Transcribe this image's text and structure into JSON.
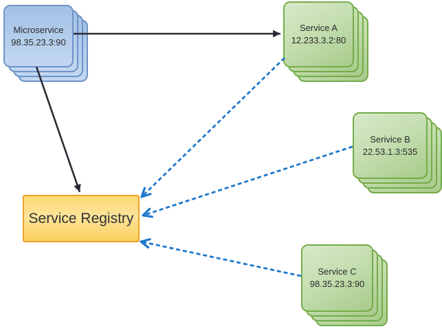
{
  "diagram": {
    "nodes": {
      "microservice": {
        "label": "Microservice",
        "address": "98.35.23.3:90"
      },
      "service_a": {
        "label": "Service A",
        "address": "12.233.3.2:80"
      },
      "service_b": {
        "label": "Serivice B",
        "address": "22.53.1.3:535"
      },
      "service_c": {
        "label": "Service C",
        "address": "98.35.23.3:90"
      },
      "service_registry": {
        "label": "Service Registry"
      }
    },
    "edges": [
      {
        "from": "microservice",
        "to": "service_a",
        "style": "solid",
        "color": "#2a2a35"
      },
      {
        "from": "microservice",
        "to": "service_registry",
        "style": "solid",
        "color": "#2a2a35"
      },
      {
        "from": "service_a",
        "to": "service_registry",
        "style": "dashed",
        "color": "#1e78cc"
      },
      {
        "from": "service_b",
        "to": "service_registry",
        "style": "dashed",
        "color": "#1e78cc"
      },
      {
        "from": "service_c",
        "to": "service_registry",
        "style": "dashed",
        "color": "#1e78cc"
      }
    ],
    "colors": {
      "node_blue_fill": "#b4cdec",
      "node_blue_border": "#6e93c8",
      "node_green_fill": "#c3ddae",
      "node_green_border": "#74ac48",
      "registry_fill": "#fcd977",
      "registry_border": "#efa228",
      "arrow_solid": "#2a2a35",
      "arrow_dashed": "#1e78cc",
      "text": "#2b2b2b",
      "background": "#ffffff"
    }
  }
}
